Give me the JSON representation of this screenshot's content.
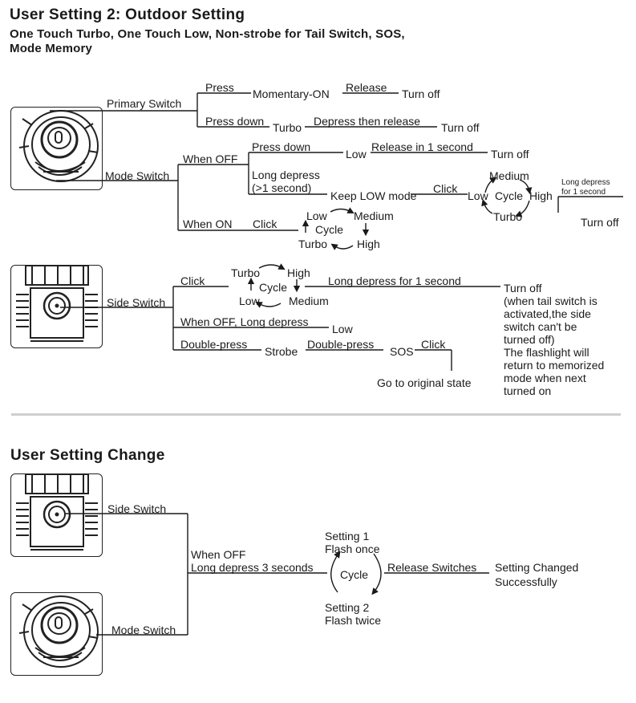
{
  "section1": {
    "title": "User Setting 2: Outdoor Setting",
    "subtitle_line1": "One Touch Turbo, One Touch Low, Non-strobe for Tail Switch, SOS,",
    "subtitle_line2": "Mode Memory"
  },
  "primary": {
    "label": "Primary Switch",
    "press": "Press",
    "momentary_on": "Momentary-ON",
    "release": "Release",
    "turn_off_1": "Turn off",
    "press_down": "Press down",
    "turbo": "Turbo",
    "depress_then_release": "Depress then release",
    "turn_off_2": "Turn off"
  },
  "mode": {
    "label": "Mode Switch",
    "when_off": "When OFF",
    "press_down": "Press down",
    "low": "Low",
    "release_1s": "Release in 1 second",
    "turn_off_1": "Turn off",
    "long_depress_line1": "Long depress",
    "long_depress_line2": "(>1 second)",
    "keep_low": "Keep LOW mode",
    "click": "Click",
    "cycle": {
      "low": "Low",
      "medium": "Medium",
      "high": "High",
      "turbo": "Turbo",
      "center": "Cycle"
    },
    "long_depress_small_1": "Long depress",
    "long_depress_small_2": "for 1 second",
    "turn_off_2": "Turn off",
    "when_on": "When ON",
    "click_on": "Click",
    "cycle2": {
      "low": "Low",
      "medium": "Medium",
      "turbo": "Turbo",
      "high": "High",
      "center": "Cycle"
    }
  },
  "side": {
    "label": "Side Switch",
    "click": "Click",
    "cycle": {
      "turbo": "Turbo",
      "high": "High",
      "low": "Low",
      "medium": "Medium",
      "center": "Cycle"
    },
    "long_depress_1s": "Long depress for 1 second",
    "turn_off": "Turn off",
    "note_lines": [
      "(when tail switch is",
      "activated,the side",
      "switch can't be",
      "turned off)",
      "The flashlight will",
      "return to memorized",
      "mode when next",
      "turned on"
    ],
    "when_off_long": "When OFF, Long depress",
    "low": "Low",
    "double_press_1": "Double-press",
    "strobe": "Strobe",
    "double_press_2": "Double-press",
    "sos": "SOS",
    "click_sos": "Click",
    "go_original": "Go to original state"
  },
  "section2": {
    "title": "User Setting Change",
    "side_switch": "Side Switch",
    "mode_switch": "Mode Switch",
    "when_off": "When OFF",
    "long_depress_3s": "Long depress 3 seconds",
    "setting1_line1": "Setting 1",
    "setting1_line2": "Flash once",
    "cycle": "Cycle",
    "setting2_line1": "Setting 2",
    "setting2_line2": "Flash twice",
    "release_switches": "Release Switches",
    "changed_line1": "Setting Changed",
    "changed_line2": "Successfully"
  },
  "colors": {
    "line": "#1a1a1a",
    "divider": "#cfcfcf"
  }
}
